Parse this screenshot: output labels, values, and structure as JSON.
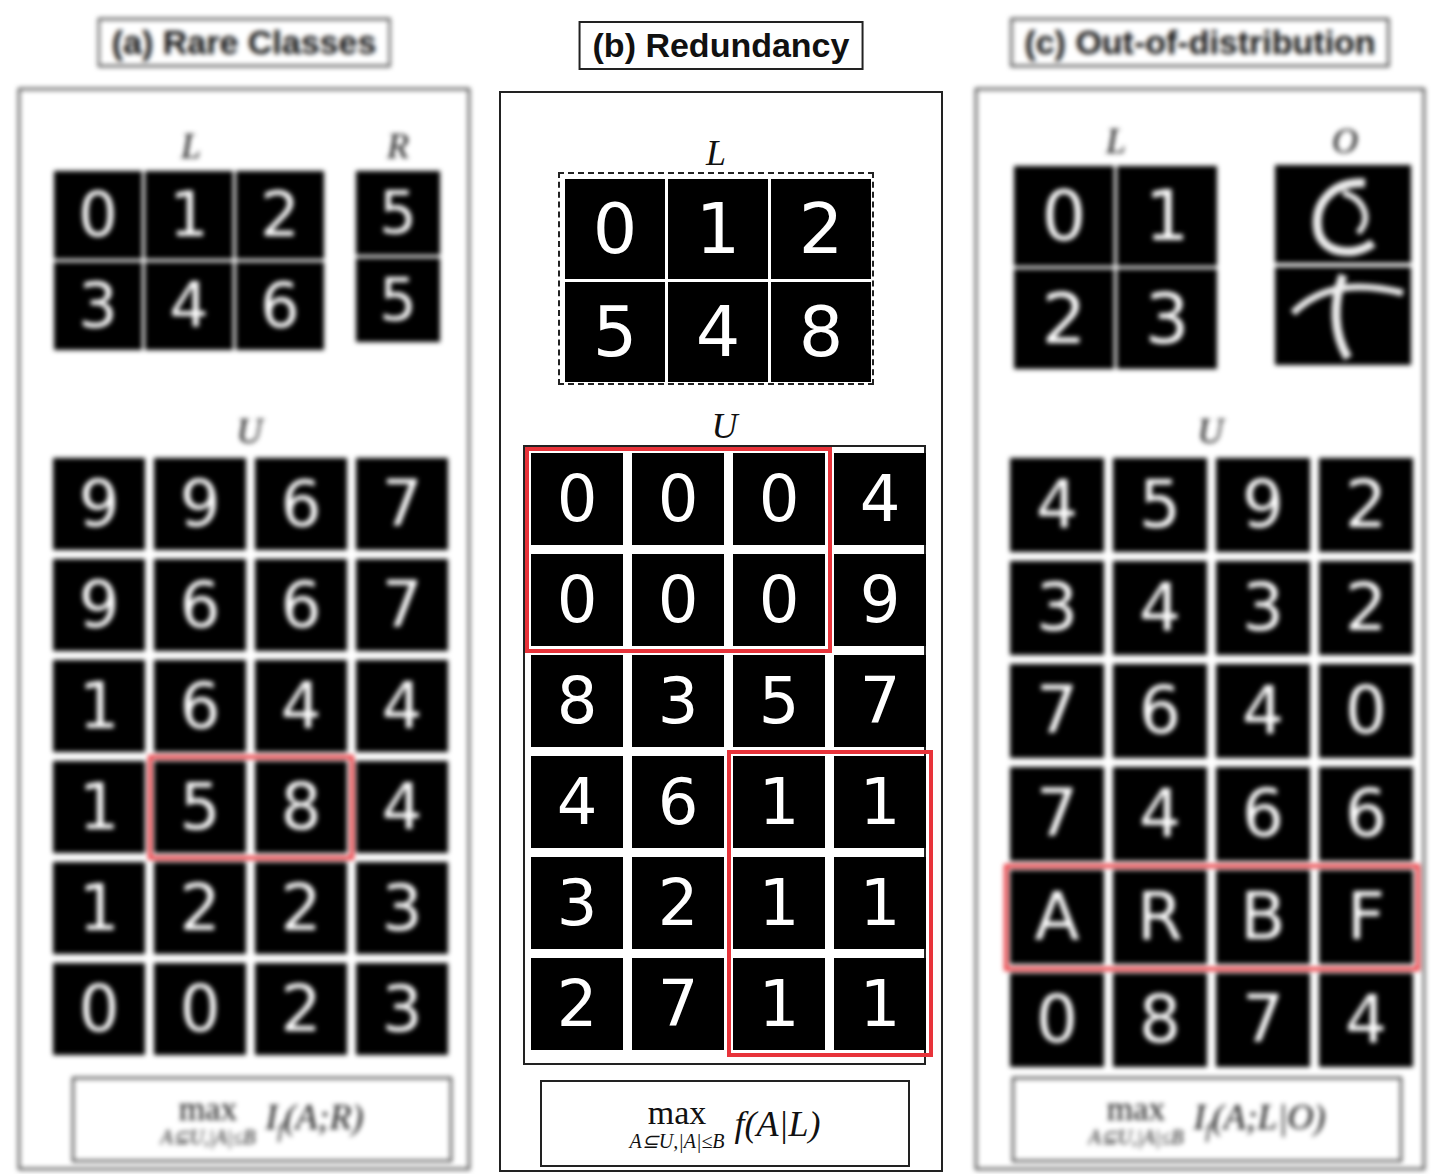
{
  "diagram": {
    "nodes": [
      {
        "text": [
          "(a) Rare Classes"
        ]
      },
      {
        "text": [
          "L"
        ],
        "in": 0
      },
      {
        "text": [
          "R"
        ],
        "in": 0
      },
      {
        "text": [
          "U"
        ],
        "in": 0
      },
      {
        "text": [
          "max",
          "A⊆U,|A|≤B",
          "I",
          "f",
          "(A;R)"
        ],
        "in": 0
      },
      {
        "text": [
          "(b) Redundancy"
        ]
      },
      {
        "text": [
          "L"
        ],
        "in": 5
      },
      {
        "text": [
          "U"
        ],
        "in": 5
      },
      {
        "text": [
          "max",
          "A⊆U,|A|≤B",
          "f(A|L)"
        ],
        "in": 5
      },
      {
        "text": [
          "(c) Out-of-distribution"
        ]
      },
      {
        "text": [
          "L"
        ],
        "in": 9
      },
      {
        "text": [
          "O"
        ],
        "in": 9
      },
      {
        "text": [
          "U"
        ],
        "in": 9
      },
      {
        "text": [
          "max",
          "A⊆U,|A|≤B",
          "I",
          "f",
          "(A;L|O)"
        ],
        "in": 9
      }
    ],
    "labels": [
      "0",
      "1",
      "2",
      "3",
      "4",
      "6",
      "5",
      "5",
      "9",
      "9",
      "6",
      "7",
      "9",
      "6",
      "6",
      "7",
      "1",
      "6",
      "4",
      "4",
      "1",
      "5",
      "8",
      "4",
      "1",
      "2",
      "2",
      "3",
      "0",
      "0",
      "2",
      "3",
      "0",
      "1",
      "2",
      "5",
      "4",
      "8",
      "0",
      "0",
      "0",
      "4",
      "0",
      "0",
      "0",
      "9",
      "8",
      "3",
      "5",
      "7",
      "4",
      "6",
      "1",
      "1",
      "3",
      "2",
      "1",
      "1",
      "2",
      "7",
      "1",
      "1",
      "0",
      "1",
      "2",
      "3",
      "4",
      "5",
      "9",
      "2",
      "3",
      "4",
      "3",
      "2",
      "7",
      "6",
      "4",
      "0",
      "7",
      "4",
      "6",
      "6",
      "A",
      "R",
      "B",
      "F",
      "0",
      "8",
      "7",
      "4"
    ]
  }
}
